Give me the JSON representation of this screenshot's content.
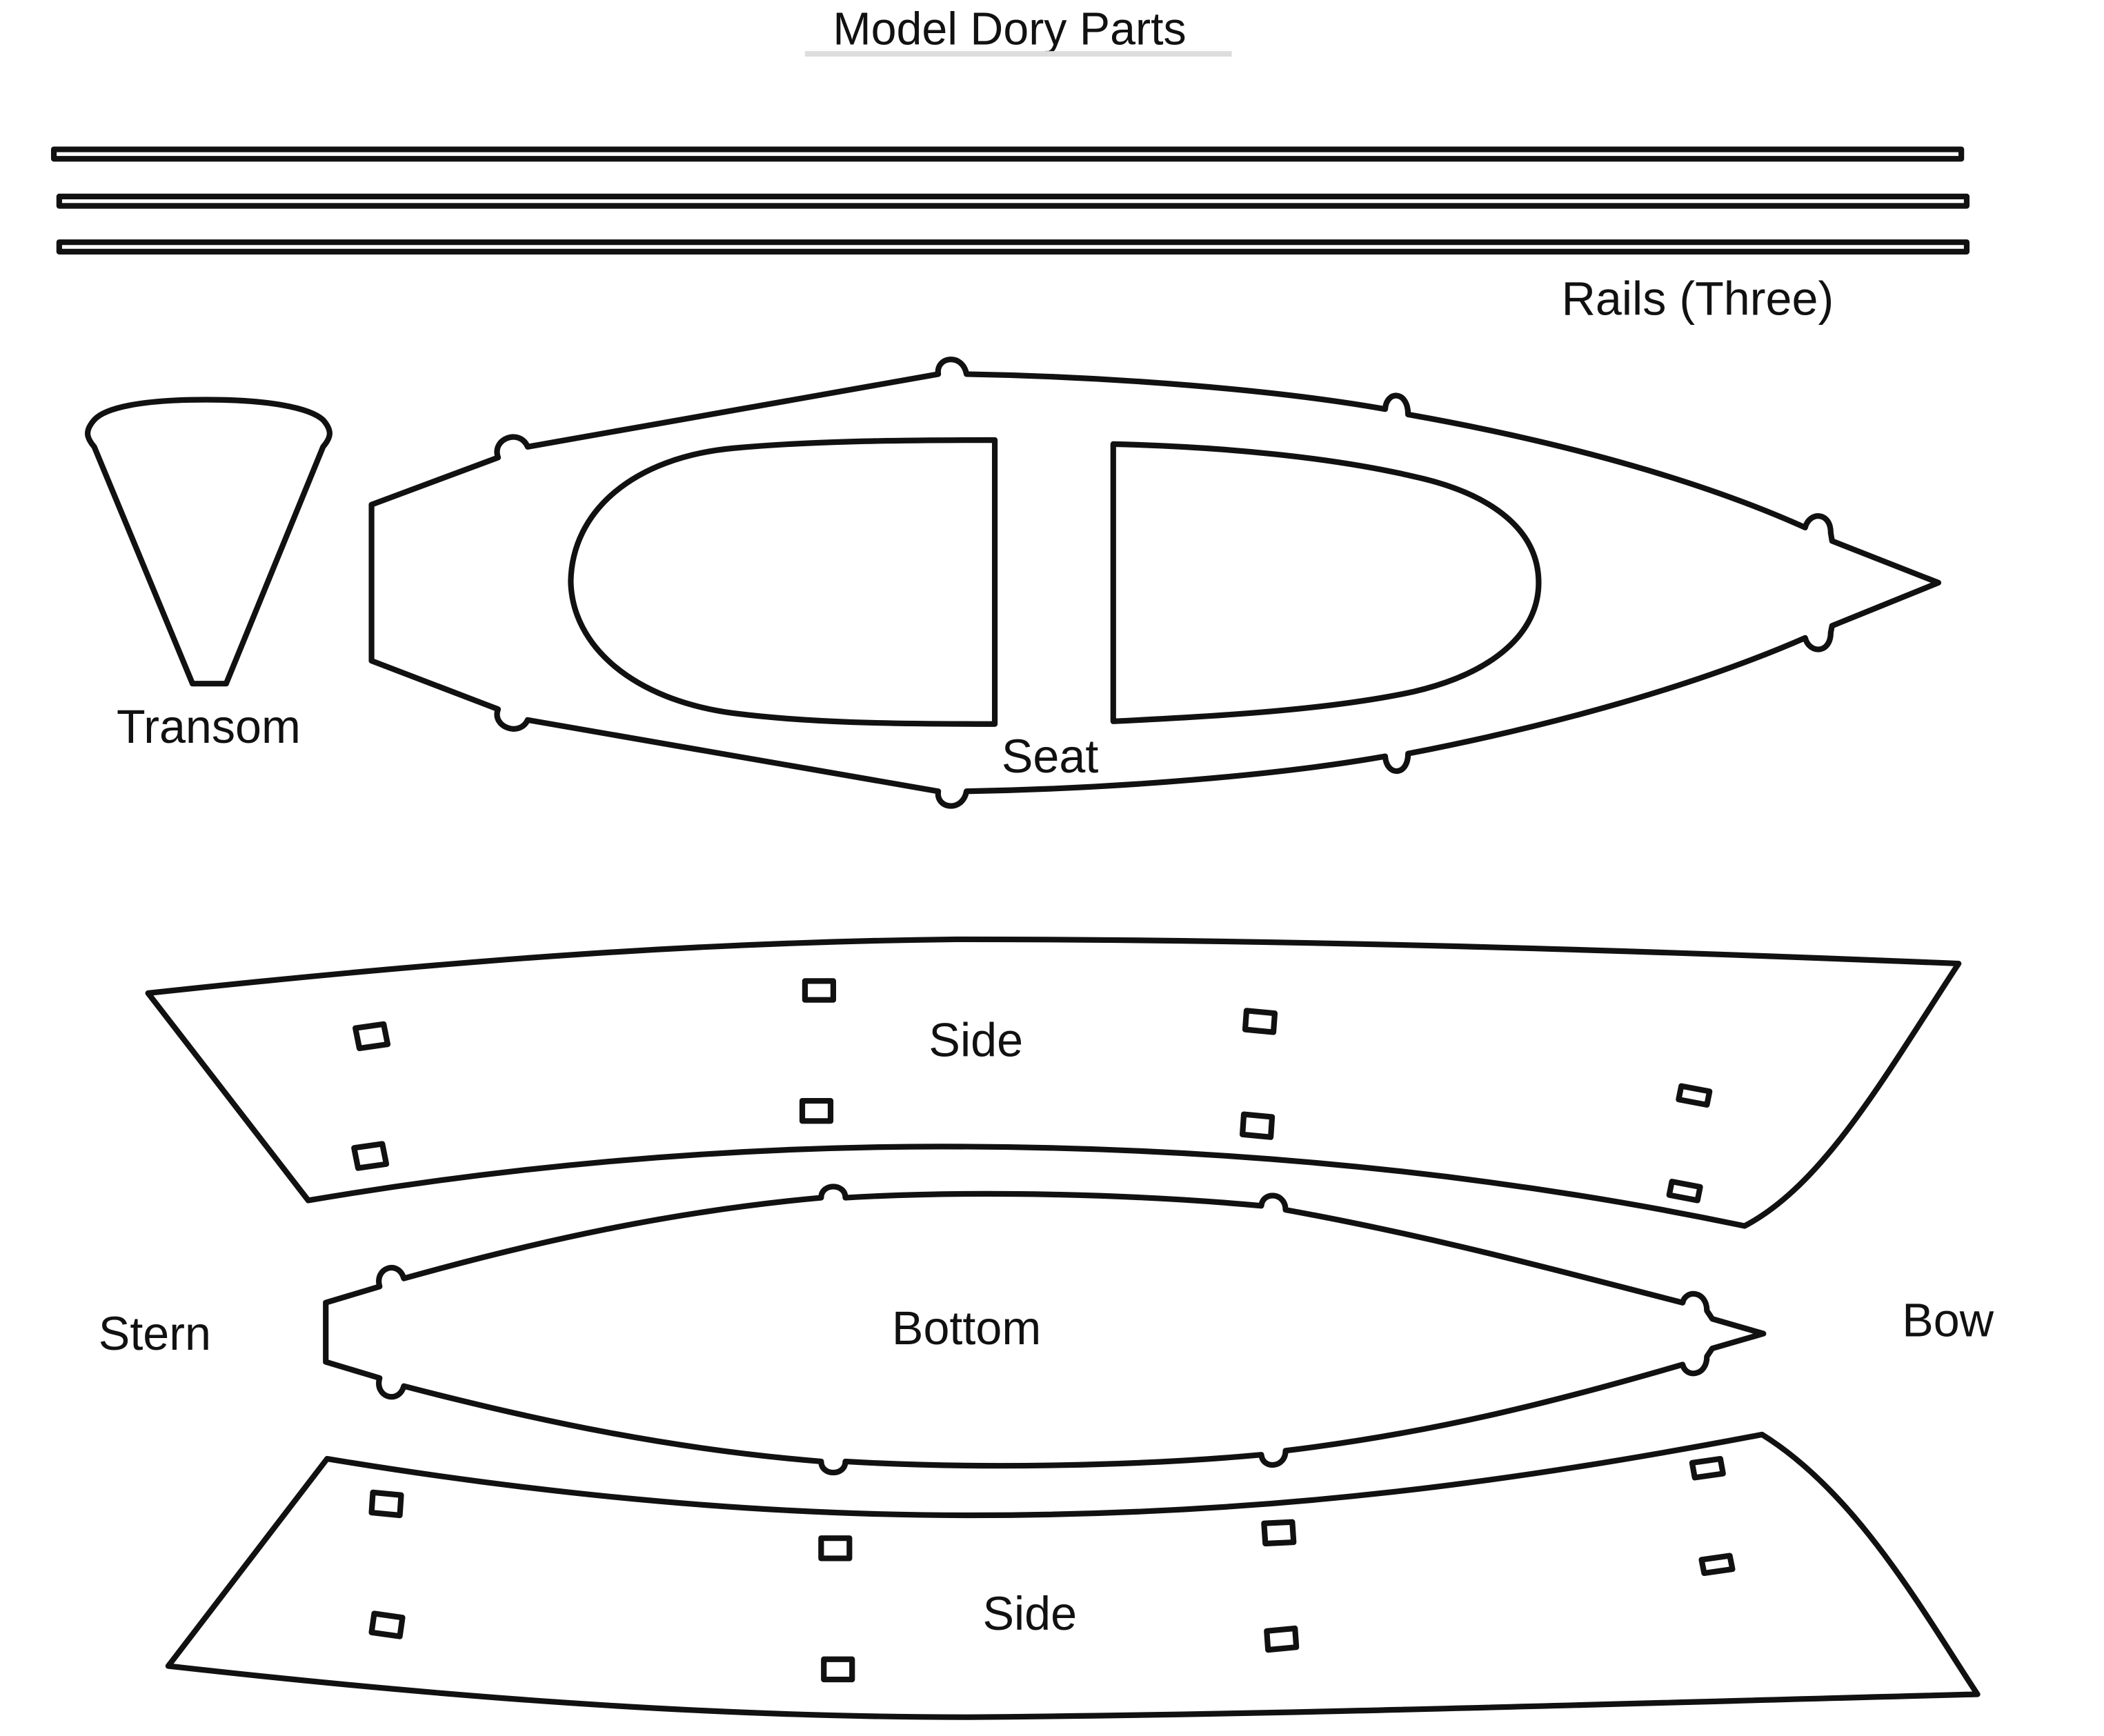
{
  "title": "Model Dory Parts",
  "labels": {
    "rails": "Rails (Three)",
    "transom": "Transom",
    "seat": "Seat",
    "side_top": "Side",
    "bottom": "Bottom",
    "side_bottom": "Side",
    "stern": "Stern",
    "bow": "Bow"
  }
}
